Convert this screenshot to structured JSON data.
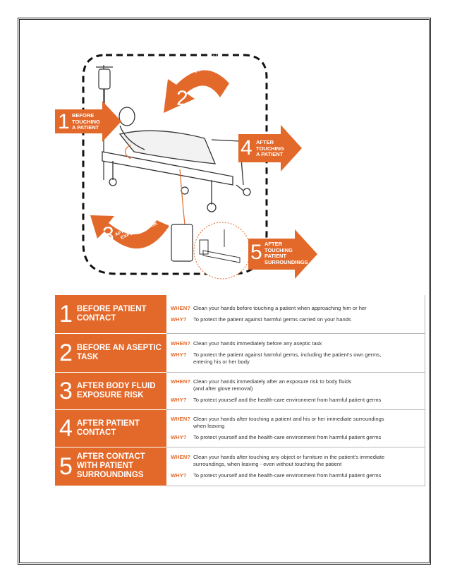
{
  "illustration": {
    "callouts": [
      {
        "number": "1",
        "label": "BEFORE TOUCHING A PATIENT",
        "lines": [
          "BEFORE",
          "TOUCHING",
          "A PATIENT"
        ]
      },
      {
        "number": "2",
        "label": "BEFORE CLEAN / ASEPTIC PROCEDURE",
        "lines": [
          "BEFORE CLEAN / ASEPTIC",
          "PROCEDURE"
        ]
      },
      {
        "number": "3",
        "label": "AFTER BODY FLUID EXPOSURE RISK",
        "lines": [
          "AFTER BODY FLUID",
          "EXPOSURE RISK"
        ]
      },
      {
        "number": "4",
        "label": "AFTER TOUCHING A PATIENT",
        "lines": [
          "AFTER",
          "TOUCHING",
          "A PATIENT"
        ]
      },
      {
        "number": "5",
        "label": "AFTER TOUCHING PATIENT SURROUNDINGS",
        "lines": [
          "AFTER",
          "TOUCHING",
          "PATIENT",
          "SURROUNDINGS"
        ]
      }
    ],
    "accent_color": "#e3692b"
  },
  "table": {
    "when_label": "WHEN?",
    "why_label": "WHY?",
    "rows": [
      {
        "number": "1",
        "title_lines": [
          "BEFORE PATIENT",
          "CONTACT"
        ],
        "when": [
          "Clean your hands before touching a patient when approaching him or her"
        ],
        "why": [
          "To protect the patient against harmful germs carried on your hands"
        ]
      },
      {
        "number": "2",
        "title_lines": [
          "BEFORE AN ASEPTIC",
          "TASK"
        ],
        "when": [
          "Clean your hands immediately before any aseptic task"
        ],
        "why": [
          "To protect the patient against harmful germs, including the patient's own germs,",
          "entering his or her body"
        ]
      },
      {
        "number": "3",
        "title_lines": [
          "AFTER BODY FLUID",
          "EXPOSURE RISK"
        ],
        "when": [
          "Clean your hands immediately after an exposure risk to body fluids",
          "(and after glove removal)"
        ],
        "why": [
          "To protect yourself and the health-care environment from harmful patient germs"
        ]
      },
      {
        "number": "4",
        "title_lines": [
          "AFTER PATIENT",
          "CONTACT"
        ],
        "when": [
          "Clean your hands after touching a patient and his or her immediate surroundings",
          "when leaving"
        ],
        "why": [
          "To protect yourself and the health-care environment from harmful patient germs"
        ]
      },
      {
        "number": "5",
        "title_lines": [
          "AFTER CONTACT",
          "WITH PATIENT",
          "SURROUNDINGS"
        ],
        "when": [
          "Clean your hands after touching any object or furniture in the patient's immediate",
          "surroundings, when leaving - even without touching the patient"
        ],
        "why": [
          "To protect yourself and the health-care environment from harmful patient germs"
        ]
      }
    ]
  }
}
